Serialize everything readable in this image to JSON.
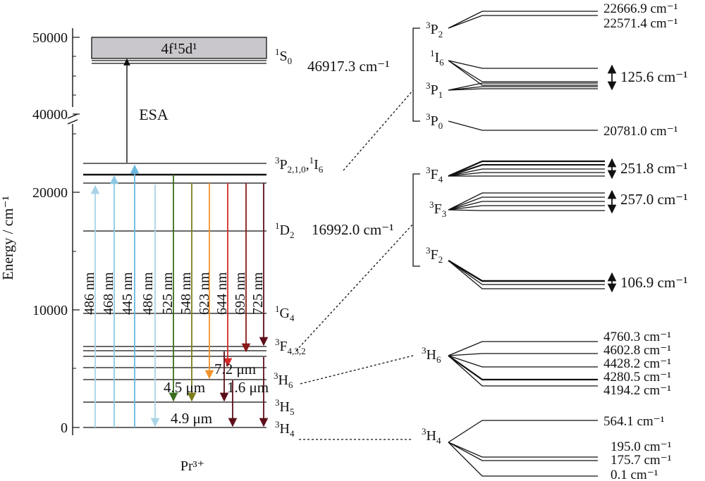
{
  "axis": {
    "ylabel": "Energy / cm⁻¹",
    "ticks": [
      "0",
      "10000",
      "20000",
      "40000",
      "50000"
    ]
  },
  "ion_label": "Pr³⁺",
  "band": {
    "label": "4f¹5d¹",
    "color": "#c9c7cb"
  },
  "esa_label": "ESA",
  "levels_left": [
    {
      "key": "1S0",
      "main": "S",
      "sup": "1",
      "sub": "0"
    },
    {
      "key": "3P",
      "main": "P",
      "sup": "3",
      "sub": "2,1,0",
      "tail": ",",
      "main2": "I",
      "sup2": "1",
      "sub2": "6"
    },
    {
      "key": "1D2",
      "main": "D",
      "sup": "1",
      "sub": "2"
    },
    {
      "key": "1G4",
      "main": "G",
      "sup": "1",
      "sub": "4"
    },
    {
      "key": "3F",
      "main": "F",
      "sup": "3",
      "sub": "4,3,2"
    },
    {
      "key": "3H6",
      "main": "H",
      "sup": "3",
      "sub": "6"
    },
    {
      "key": "3H5",
      "main": "H",
      "sup": "3",
      "sub": "5"
    },
    {
      "key": "3H4",
      "main": "H",
      "sup": "3",
      "sub": "4"
    }
  ],
  "energies_left": {
    "s0": "46917.3 cm⁻¹",
    "d2": "16992.0 cm⁻¹"
  },
  "transitions": [
    {
      "label": "486 nm",
      "color": "#a8d4e6"
    },
    {
      "label": "468 nm",
      "color": "#8cc8e2"
    },
    {
      "label": "445 nm",
      "color": "#6bb8dc"
    },
    {
      "label": "486 nm",
      "color": "#a8d4e6"
    },
    {
      "label": "525 nm",
      "color": "#3a6e1c"
    },
    {
      "label": "548 nm",
      "color": "#7d7d1a"
    },
    {
      "label": "623 nm",
      "color": "#f0932b"
    },
    {
      "label": "644 nm",
      "color": "#d42a2a"
    },
    {
      "label": "695 nm",
      "color": "#8a1818"
    },
    {
      "label": "725 nm",
      "color": "#5c0f1a"
    }
  ],
  "ir_labels": [
    {
      "label": "7.2 μm",
      "color": "#6b0f0f"
    },
    {
      "label": "4.5 μm",
      "color": "#6b0f0f"
    },
    {
      "label": "1.6 μm",
      "color": "#6b0f0f"
    },
    {
      "label": "4.9 μm",
      "color": "#6b0f0f"
    }
  ],
  "right_groups": [
    {
      "key": "3P2",
      "main": "P",
      "sup": "3",
      "sub": "2"
    },
    {
      "key": "1I6",
      "main": "I",
      "sup": "1",
      "sub": "6"
    },
    {
      "key": "3P1",
      "main": "P",
      "sup": "3",
      "sub": "1"
    },
    {
      "key": "3P0",
      "main": "P",
      "sup": "3",
      "sub": "0"
    },
    {
      "key": "3F4",
      "main": "F",
      "sup": "3",
      "sub": "4"
    },
    {
      "key": "3F3",
      "main": "F",
      "sup": "3",
      "sub": "3"
    },
    {
      "key": "3F2",
      "main": "F",
      "sup": "3",
      "sub": "2"
    },
    {
      "key": "3H6",
      "main": "H",
      "sup": "3",
      "sub": "6"
    },
    {
      "key": "3H4",
      "main": "H",
      "sup": "3",
      "sub": "4"
    }
  ],
  "right_values": [
    "22666.9 cm⁻¹",
    "22571.4 cm⁻¹",
    "20781.0 cm⁻¹",
    "4760.3 cm⁻¹",
    "4602.8 cm⁻¹",
    "4428.2 cm⁻¹",
    "4280.5 cm⁻¹",
    "4194.2 cm⁻¹",
    "564.1 cm⁻¹",
    "195.0 cm⁻¹",
    "175.7 cm⁻¹",
    "0.1 cm⁻¹"
  ],
  "splittings": [
    "125.6 cm⁻¹",
    "251.8 cm⁻¹",
    "257.0 cm⁻¹",
    "106.9 cm⁻¹"
  ]
}
